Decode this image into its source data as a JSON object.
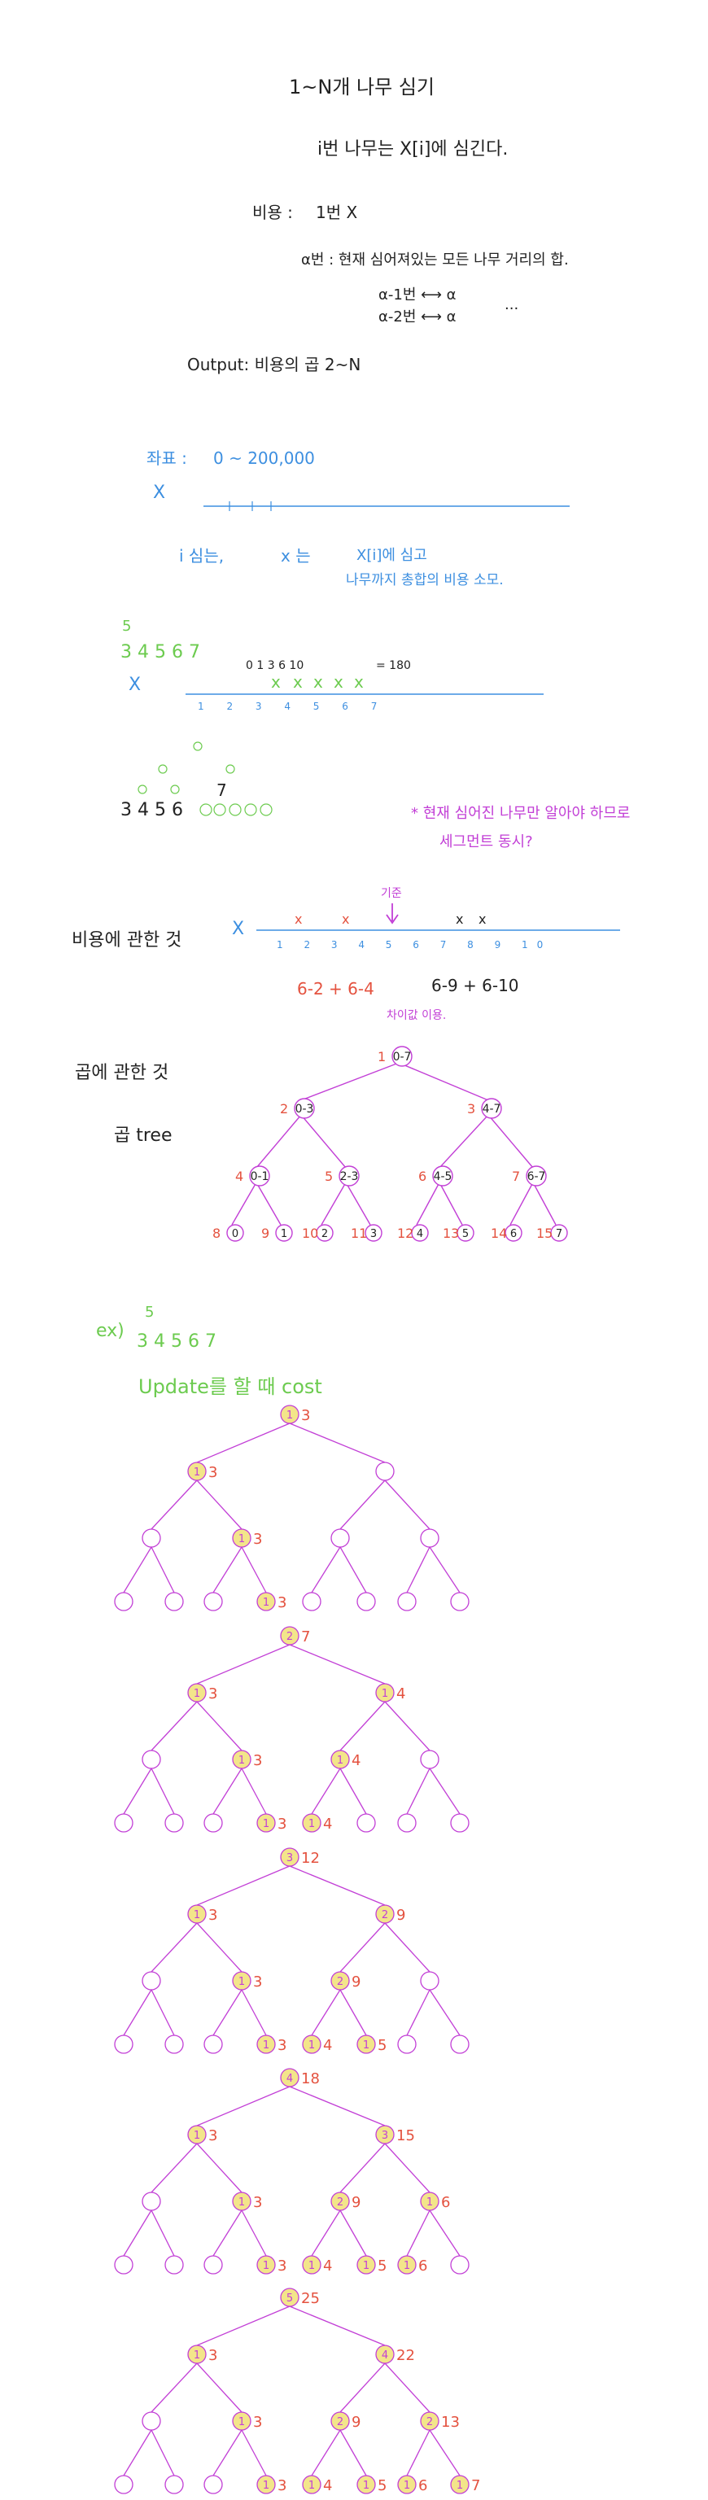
{
  "colors": {
    "ink_black": "#222222",
    "ink_blue": "#3d8fe0",
    "ink_purple": "#c23fd6",
    "ink_red": "#e4523f",
    "ink_green": "#6ccb4f",
    "highlight": "#f3e58a"
  },
  "problem": {
    "title": "1~N개 나무 심기",
    "rule": "i번 나무는 X[i]에 심긴다.",
    "cost_label": "비용 :",
    "cost_first": "1번 X",
    "cost_alpha": "α번  :  현재 심어져있는 모든 나무 거리의 합.",
    "alpha_line1": "α-1번 ⟷ α",
    "alpha_line2": "α-2번 ⟷ α",
    "ellipsis": "...",
    "output": "Output: 비용의 곱  2~N"
  },
  "coords": {
    "label": "좌표 :",
    "range": "0 ~ 200,000",
    "x_label": "X",
    "step_label": "i 심는,",
    "step_x": "x 는",
    "step_place": "X[i]에 심고",
    "step_cost": "나무까지 총합의 비용 소모."
  },
  "example1": {
    "n": "5",
    "values": "3 4 5 6 7",
    "x_label": "X",
    "marks": "0  1  3  6  10",
    "equals": "= 180",
    "ticks": "1 2 3 4 5 6 7"
  },
  "grouping": {
    "bottom": "3 4 5 6",
    "seven": "7",
    "note1": "* 현재 심어진 나무만 알아야 하므로",
    "note2": "세그먼트 동시?"
  },
  "cost_section": {
    "heading": "비용에 관한 것",
    "x_label": "X",
    "base": "기준",
    "ticks": "1 2 3 4 5 6 7 8 9 10",
    "left_formula": "6-2 + 6-4",
    "right_formula": "6-9 + 6-10",
    "note": "차이값 이용."
  },
  "product_section": {
    "heading": "곱에 관한 것",
    "tree_label": "곱 tree",
    "nodes": [
      {
        "idx": "1",
        "range": "0-7"
      },
      {
        "idx": "2",
        "range": "0-3"
      },
      {
        "idx": "3",
        "range": "4-7"
      },
      {
        "idx": "4",
        "range": "0-1"
      },
      {
        "idx": "5",
        "range": "2-3"
      },
      {
        "idx": "6",
        "range": "4-5"
      },
      {
        "idx": "7",
        "range": "6-7"
      },
      {
        "idx": "8",
        "range": "0"
      },
      {
        "idx": "9",
        "range": "1"
      },
      {
        "idx": "10",
        "range": "2"
      },
      {
        "idx": "11",
        "range": "3"
      },
      {
        "idx": "12",
        "range": "4"
      },
      {
        "idx": "13",
        "range": "5"
      },
      {
        "idx": "14",
        "range": "6"
      },
      {
        "idx": "15",
        "range": "7"
      }
    ]
  },
  "example2": {
    "label": "ex)",
    "n": "5",
    "values": "3 4 5 6 7",
    "update_label": "Update를 할 때 cost",
    "trees": [
      {
        "root_cnt": "1",
        "root_val": "3",
        "nodes": [
          {
            "pos": "l",
            "cnt": "1",
            "val": "3"
          },
          {
            "pos": "lr",
            "cnt": "1",
            "val": "3"
          },
          {
            "pos": "lrr",
            "cnt": "1",
            "val": "3"
          }
        ]
      },
      {
        "root_cnt": "2",
        "root_val": "7",
        "nodes": [
          {
            "pos": "l",
            "cnt": "1",
            "val": "3"
          },
          {
            "pos": "r",
            "cnt": "1",
            "val": "4"
          },
          {
            "pos": "lr",
            "cnt": "1",
            "val": "3"
          },
          {
            "pos": "rl",
            "cnt": "1",
            "val": "4"
          },
          {
            "pos": "lrr",
            "cnt": "1",
            "val": "3"
          },
          {
            "pos": "rll",
            "cnt": "1",
            "val": "4"
          }
        ]
      },
      {
        "root_cnt": "3",
        "root_val": "12",
        "nodes": [
          {
            "pos": "l",
            "cnt": "1",
            "val": "3"
          },
          {
            "pos": "r",
            "cnt": "2",
            "val": "9"
          },
          {
            "pos": "lr",
            "cnt": "1",
            "val": "3"
          },
          {
            "pos": "rl",
            "cnt": "2",
            "val": "9"
          },
          {
            "pos": "lrr",
            "cnt": "1",
            "val": "3"
          },
          {
            "pos": "rll",
            "cnt": "1",
            "val": "4"
          },
          {
            "pos": "rlr",
            "cnt": "1",
            "val": "5"
          }
        ]
      },
      {
        "root_cnt": "4",
        "root_val": "18",
        "nodes": [
          {
            "pos": "l",
            "cnt": "1",
            "val": "3"
          },
          {
            "pos": "r",
            "cnt": "3",
            "val": "15"
          },
          {
            "pos": "lr",
            "cnt": "1",
            "val": "3"
          },
          {
            "pos": "rl",
            "cnt": "2",
            "val": "9"
          },
          {
            "pos": "rr",
            "cnt": "1",
            "val": "6"
          },
          {
            "pos": "lrr",
            "cnt": "1",
            "val": "3"
          },
          {
            "pos": "rll",
            "cnt": "1",
            "val": "4"
          },
          {
            "pos": "rlr",
            "cnt": "1",
            "val": "5"
          },
          {
            "pos": "rrl",
            "cnt": "1",
            "val": "6"
          }
        ]
      },
      {
        "root_cnt": "5",
        "root_val": "25",
        "nodes": [
          {
            "pos": "l",
            "cnt": "1",
            "val": "3"
          },
          {
            "pos": "r",
            "cnt": "4",
            "val": "22"
          },
          {
            "pos": "lr",
            "cnt": "1",
            "val": "3"
          },
          {
            "pos": "rl",
            "cnt": "2",
            "val": "9"
          },
          {
            "pos": "rr",
            "cnt": "2",
            "val": "13"
          },
          {
            "pos": "lrr",
            "cnt": "1",
            "val": "3"
          },
          {
            "pos": "rll",
            "cnt": "1",
            "val": "4"
          },
          {
            "pos": "rlr",
            "cnt": "1",
            "val": "5"
          },
          {
            "pos": "rrl",
            "cnt": "1",
            "val": "6"
          },
          {
            "pos": "rrr",
            "cnt": "1",
            "val": "7"
          }
        ]
      }
    ]
  }
}
